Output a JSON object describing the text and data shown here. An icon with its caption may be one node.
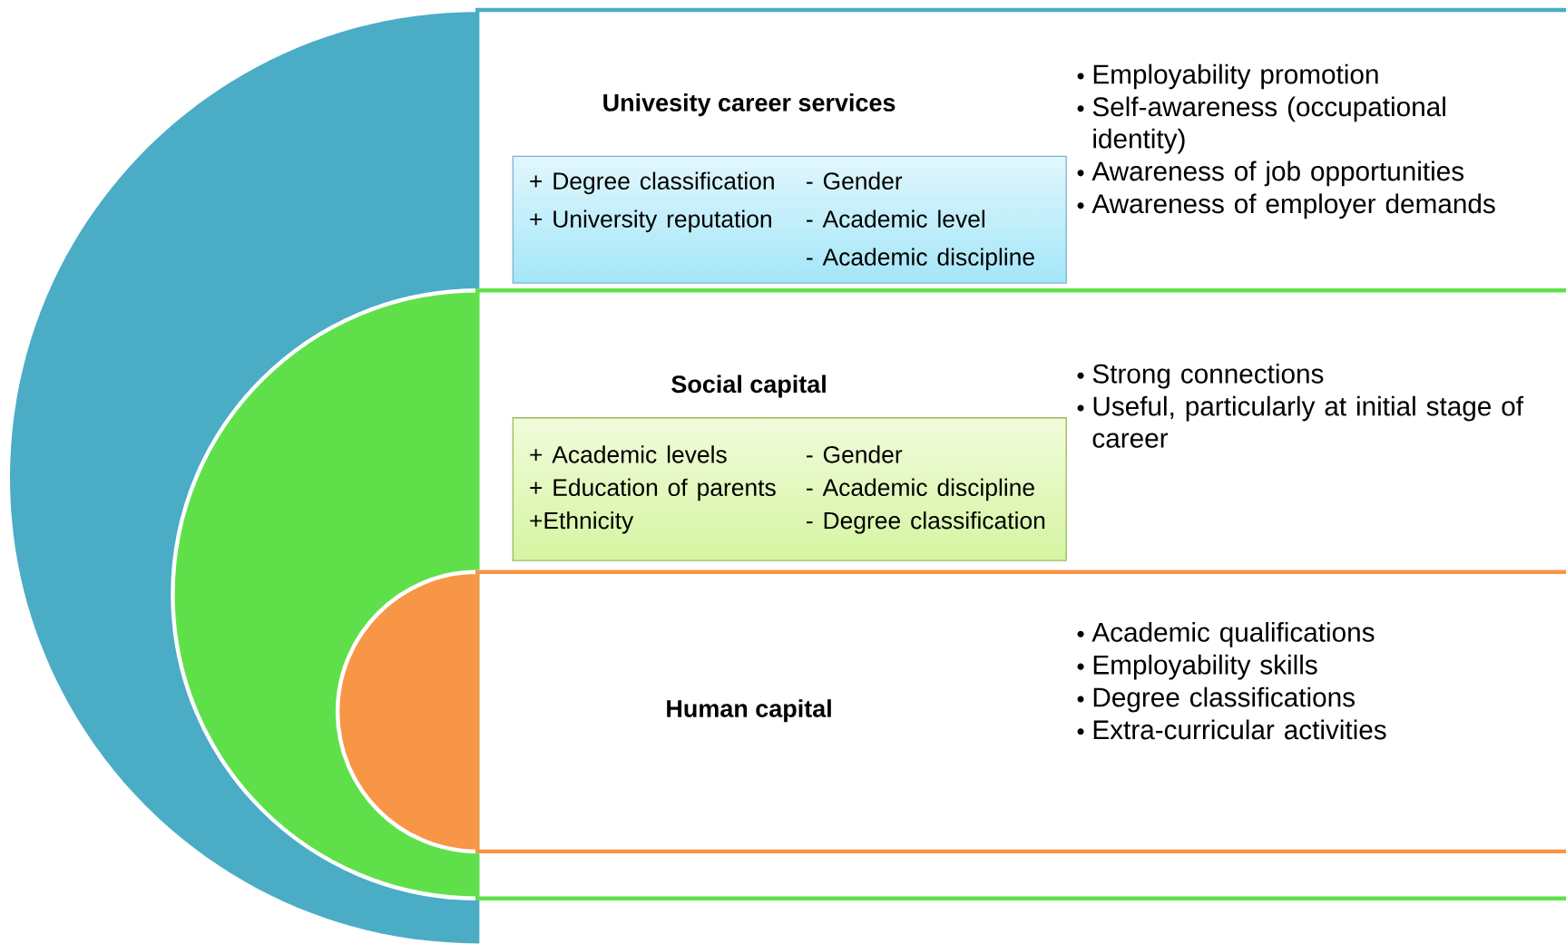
{
  "diagram": {
    "nodes": [
      {
        "text": [
          "Univesity career services",
          "Employability promotion",
          "Self-awareness (occupational identity)",
          "Awareness of job opportunities",
          "Awareness of employer demands"
        ]
      },
      {
        "text": [
          "+ Degree classification",
          "- Gender",
          "+ University reputation",
          "- Academic level",
          "- Academic discipline"
        ],
        "in": 0
      },
      {
        "text": [
          "Social capital",
          "Strong connections",
          "Useful, particularly at initial stage of career"
        ],
        "in": 0
      },
      {
        "text": [
          "+ Academic levels",
          "- Gender",
          "+ Education of parents",
          "- Academic discipline",
          "+Ethnicity",
          "- Degree classification"
        ],
        "in": 2
      },
      {
        "text": [
          "Human capital",
          "Academic qualifications",
          "Employability skills",
          "Degree classifications",
          "Extra-curricular activities"
        ],
        "in": 2
      }
    ]
  }
}
